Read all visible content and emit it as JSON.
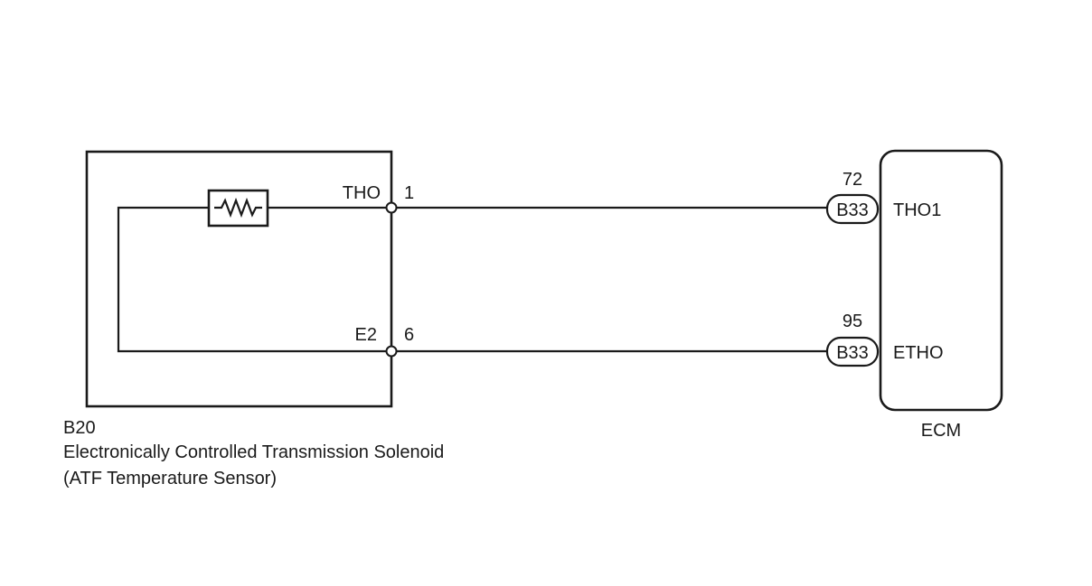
{
  "sensor": {
    "code": "B20",
    "name_line1": "Electronically Controlled Transmission Solenoid",
    "name_line2": "(ATF Temperature Sensor)",
    "pins": [
      {
        "signal": "THO",
        "pin": "1"
      },
      {
        "signal": "E2",
        "pin": "6"
      }
    ]
  },
  "ecm": {
    "label": "ECM",
    "pins": [
      {
        "pin": "72",
        "connector": "B33",
        "signal": "THO1"
      },
      {
        "pin": "95",
        "connector": "B33",
        "signal": "ETHO"
      }
    ]
  }
}
